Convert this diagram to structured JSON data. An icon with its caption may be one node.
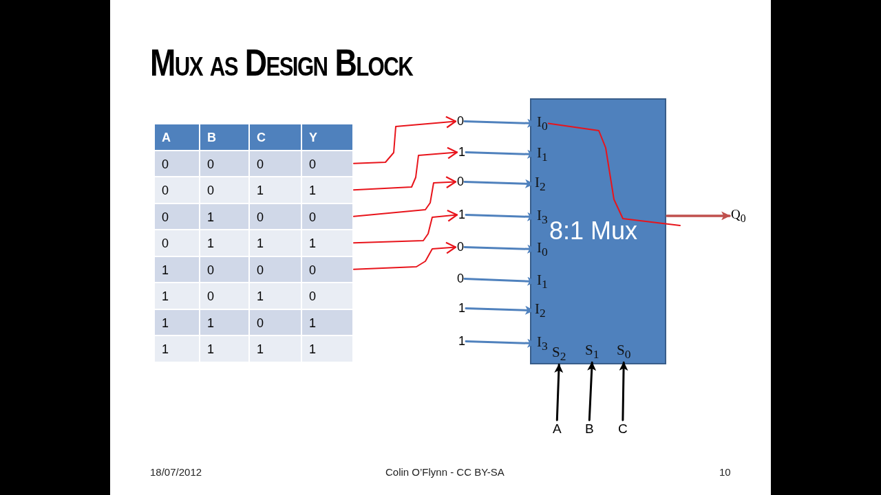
{
  "diagram": {
    "title": "Mux as Design Block",
    "nodes": [
      {
        "text": [
          "0"
        ]
      },
      {
        "text": [
          "1"
        ]
      },
      {
        "text": [
          "0"
        ]
      },
      {
        "text": [
          "1"
        ]
      },
      {
        "text": [
          "0"
        ]
      },
      {
        "text": [
          "0"
        ]
      },
      {
        "text": [
          "1"
        ]
      },
      {
        "text": [
          "0"
        ]
      },
      {
        "text": [
          "1"
        ]
      },
      {
        "text": [
          "0"
        ]
      },
      {
        "text": [
          "0"
        ]
      },
      {
        "text": [
          "1"
        ]
      },
      {
        "text": [
          "1"
        ]
      },
      {
        "text": [
          "8:1 Mux"
        ]
      },
      {
        "text": [
          "I$_{0}$"
        ],
        "in": 13
      },
      {
        "text": [
          "I$_{1}$"
        ],
        "in": 13
      },
      {
        "text": [
          "I$_{2}$"
        ],
        "in": 13
      },
      {
        "text": [
          "I$_{3}$"
        ],
        "in": 13
      },
      {
        "text": [
          "I$_{0}$"
        ],
        "in": 13
      },
      {
        "text": [
          "I$_{1}$"
        ],
        "in": 13
      },
      {
        "text": [
          "I$_{2}$"
        ],
        "in": 13
      },
      {
        "text": [
          "I$_{3}$"
        ],
        "in": 13
      },
      {
        "text": [
          "S$_{2}$"
        ],
        "in": 13
      },
      {
        "text": [
          "S$_{1}$"
        ],
        "in": 13
      },
      {
        "text": [
          "S$_{0}$"
        ],
        "in": 13
      },
      {
        "text": [
          "Q$_{0}$"
        ]
      },
      {
        "text": [
          "A"
        ]
      },
      {
        "text": [
          "B"
        ]
      },
      {
        "text": [
          "C"
        ]
      }
    ],
    "edges": [
      {
        "from": 0,
        "to": 5,
        "arrow": "to",
        "color": "#e8141b"
      },
      {
        "from": 1,
        "to": 6,
        "arrow": "to",
        "color": "#e8141b"
      },
      {
        "from": 2,
        "to": 7,
        "arrow": "to",
        "color": "#e8141b"
      },
      {
        "from": 3,
        "to": 8,
        "arrow": "to",
        "color": "#e8141b"
      },
      {
        "from": 4,
        "to": 9,
        "arrow": "to",
        "color": "#e8141b"
      },
      {
        "from": 5,
        "to": 14,
        "arrow": "to"
      },
      {
        "from": 6,
        "to": 15,
        "arrow": "to"
      },
      {
        "from": 7,
        "to": 16,
        "arrow": "to"
      },
      {
        "from": 8,
        "to": 17,
        "arrow": "to"
      },
      {
        "from": 9,
        "to": 18,
        "arrow": "to"
      },
      {
        "from": 10,
        "to": 19,
        "arrow": "to"
      },
      {
        "from": 11,
        "to": 20,
        "arrow": "to"
      },
      {
        "from": 12,
        "to": 21,
        "arrow": "to"
      },
      {
        "from": 13,
        "to": 25,
        "arrow": "to",
        "color": "#c0504d"
      },
      {
        "from": 14,
        "to": null,
        "arrow": "none",
        "color": "#e8141b"
      },
      {
        "from": 26,
        "to": 22,
        "arrow": "to",
        "color": "#000000"
      },
      {
        "from": 27,
        "to": 23,
        "arrow": "to",
        "color": "#000000"
      },
      {
        "from": 28,
        "to": 24,
        "arrow": "to",
        "color": "#000000"
      }
    ],
    "labels": [
      "A",
      "B",
      "C",
      "Y",
      "0",
      "0",
      "0",
      "0",
      "0",
      "1",
      "0",
      "1",
      "0",
      "0",
      "1",
      "1",
      "1",
      "0",
      "0",
      "1",
      "0",
      "1",
      "0",
      "1",
      "1",
      "0",
      "1",
      "1",
      "1",
      "1",
      "1",
      "18/07/2012",
      "Colin O’Flynn - CC BY-SA",
      "10"
    ]
  }
}
